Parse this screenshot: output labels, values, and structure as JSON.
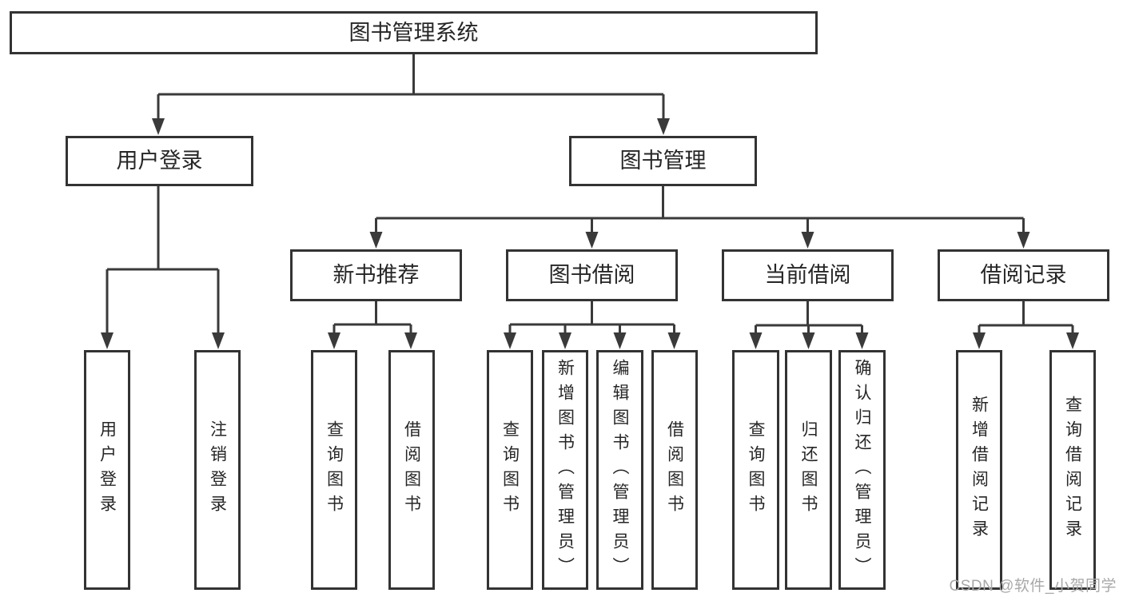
{
  "root": {
    "label": "图书管理系统"
  },
  "level2": [
    {
      "label": "用户登录"
    },
    {
      "label": "图书管理"
    }
  ],
  "level3": [
    {
      "label": "新书推荐",
      "parent": "图书管理"
    },
    {
      "label": "图书借阅",
      "parent": "图书管理"
    },
    {
      "label": "当前借阅",
      "parent": "图书管理"
    },
    {
      "label": "借阅记录",
      "parent": "图书管理"
    }
  ],
  "leaves": [
    {
      "label": "用户登录",
      "parent": "用户登录"
    },
    {
      "label": "注销登录",
      "parent": "用户登录"
    },
    {
      "label": "查询图书",
      "parent": "新书推荐"
    },
    {
      "label": "借阅图书",
      "parent": "新书推荐"
    },
    {
      "label": "查询图书",
      "parent": "图书借阅"
    },
    {
      "label": "新增图书（管理员）",
      "parent": "图书借阅"
    },
    {
      "label": "编辑图书（管理员）",
      "parent": "图书借阅"
    },
    {
      "label": "借阅图书",
      "parent": "图书借阅"
    },
    {
      "label": "查询图书",
      "parent": "当前借阅"
    },
    {
      "label": "归还图书",
      "parent": "当前借阅"
    },
    {
      "label": "确认归还（管理员）",
      "parent": "当前借阅"
    },
    {
      "label": "新增借阅记录",
      "parent": "借阅记录"
    },
    {
      "label": "查询借阅记录",
      "parent": "借阅记录"
    }
  ],
  "watermark": "CSDN @软件_小贺同学",
  "colors": {
    "line": "#3a3a3a",
    "box_border": "#333333",
    "text": "#262626",
    "background": "#ffffff",
    "watermark": "#a8a8a8"
  }
}
